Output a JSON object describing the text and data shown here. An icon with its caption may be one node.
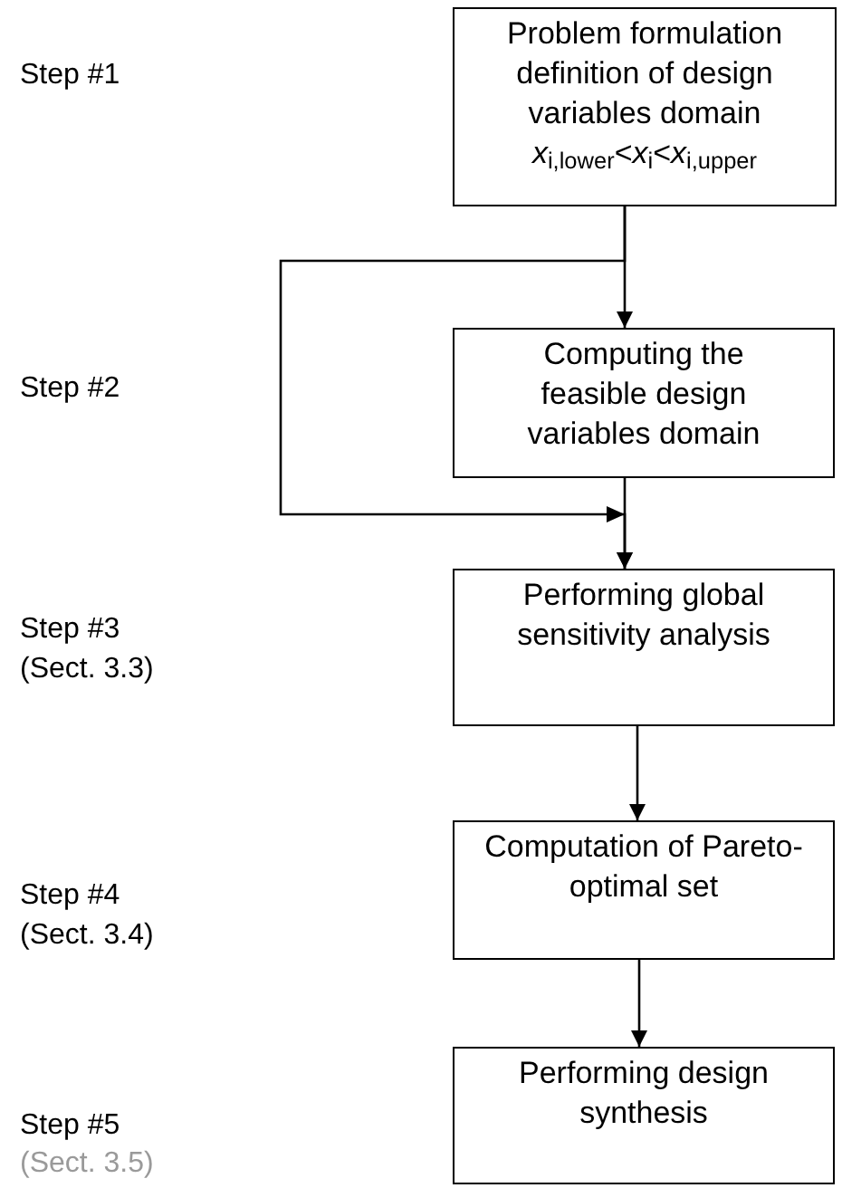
{
  "diagram": {
    "nodes": [
      {
        "text": [
          "Problem formulation definition of design variables domain",
          "*x*$_{i,lower}$<*x*$_{i}$<*x*$_{i,upper}$"
        ]
      },
      {
        "text": [
          "Computing the feasible design variables domain"
        ]
      },
      {
        "text": [
          "Performing global sensitivity analysis"
        ]
      },
      {
        "text": [
          "Computation of Pareto-optimal set"
        ]
      },
      {
        "text": [
          "Performing design synthesis"
        ]
      }
    ],
    "edges": [
      {
        "from": 0,
        "to": 1,
        "arrow": "to"
      },
      {
        "from": 0,
        "to": 2,
        "arrow": "to"
      },
      {
        "from": 1,
        "to": 2,
        "arrow": "to"
      },
      {
        "from": 2,
        "to": 3,
        "arrow": "to"
      },
      {
        "from": 3,
        "to": 4,
        "arrow": "to"
      }
    ],
    "labels": [
      "Step #1",
      "Step #2",
      "Step #3",
      "(Sect. 3.3)",
      "Step #4",
      "(Sect. 3.4)",
      "Step #5",
      "(Sect. 3.5)"
    ]
  }
}
